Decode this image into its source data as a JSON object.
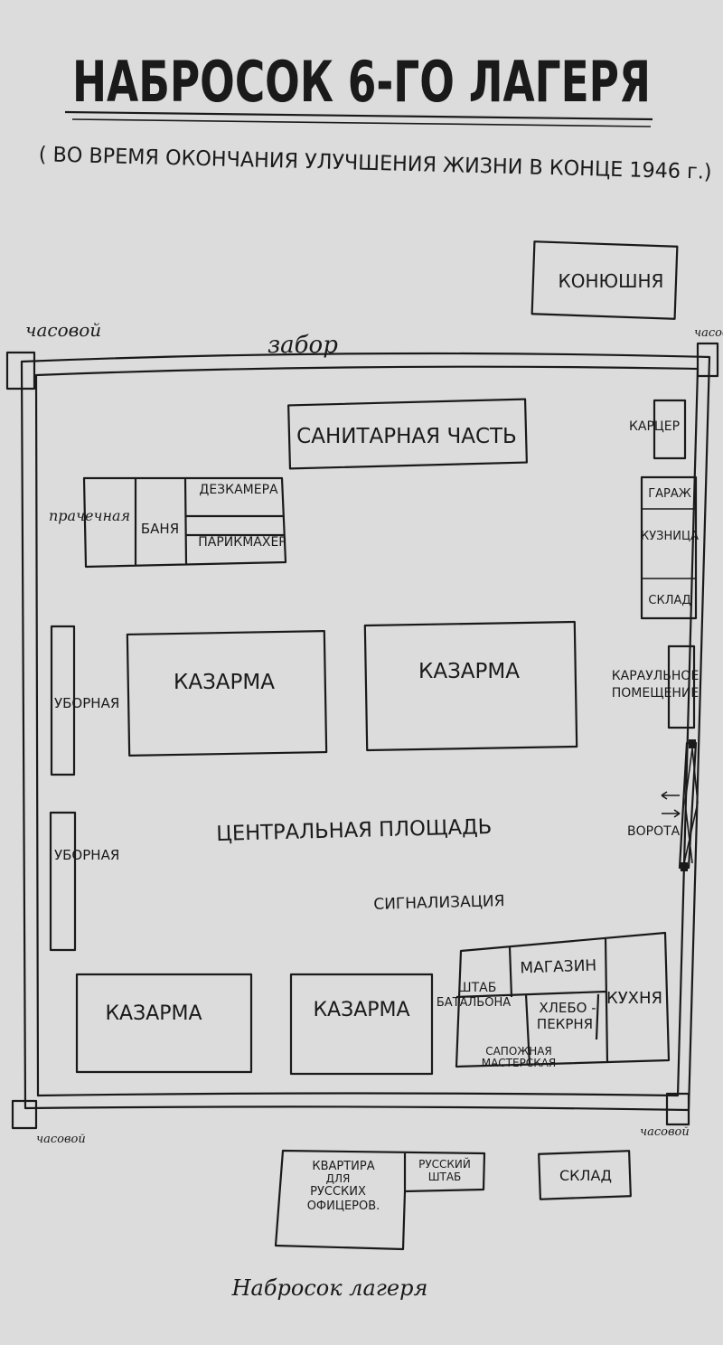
{
  "title": "НАБРОСОК 6-ГО ЛАГЕРЯ",
  "subtitle": "( ВО ВРЕМЯ ОКОНЧАНИЯ УЛУЧШЕНИЯ ЖИЗНИ В КОНЦЕ 1946 г.)",
  "caption": "Набросок лагеря",
  "labels": {
    "konyushnya": "КОНЮШНЯ",
    "chasovoy_tl": "часовой",
    "chasovoy_tr": "часовой",
    "chasovoy_bl": "часовой",
    "chasovoy_br": "часовой",
    "zabor": "забор",
    "sanchast": "САНИТАРНАЯ ЧАСТЬ",
    "kartser": "КАРЦЕР",
    "garazh": "ГАРАЖ",
    "kuznitsa": "КУЗНИЦА",
    "sklad_right": "СКЛАД",
    "prachechnaya": "прачечная",
    "banya": "БАНЯ",
    "dezkamera": "ДЕЗКАМЕРА",
    "parikmakher": "ПАРИКМАХЕР",
    "kazarma_1": "КАЗАРМА",
    "kazarma_2": "КАЗАРМА",
    "kazarma_3": "КАЗАРМА",
    "kazarma_4": "КАЗАРМА",
    "ubornaya_1": "УБОРНАЯ",
    "ubornaya_2": "УБОРНАЯ",
    "karaulnoe_1": "КАРАУЛЬНОЕ",
    "karaulnoe_2": "ПОМЕЩЕНИЕ",
    "vorota": "ВОРОТА",
    "ploshchad": "ЦЕНТРАЛЬНАЯ ПЛОЩАДЬ",
    "signalizatsiya": "СИГНАЛИЗАЦИЯ",
    "magazin": "МАГАЗИН",
    "shtab_1": "ШТАБ",
    "shtab_2": "БАТАЛЬОНА",
    "khleb_1": "ХЛЕБО -",
    "khleb_2": "ПЕКРНЯ",
    "kukhnya": "КУХНЯ",
    "sapozh_1": "САПОЖНАЯ",
    "sapozh_2": "МАСТЕРСКАЯ",
    "kvartira_1": "КВАРТИРА",
    "kvartira_2": "ДЛЯ",
    "kvartira_3": "РУССКИХ",
    "kvartira_4": "ОФИЦЕРОВ.",
    "russhtab_1": "РУССКИЙ",
    "russhtab_2": "ШТАБ",
    "sklad_bottom": "СКЛАД"
  }
}
